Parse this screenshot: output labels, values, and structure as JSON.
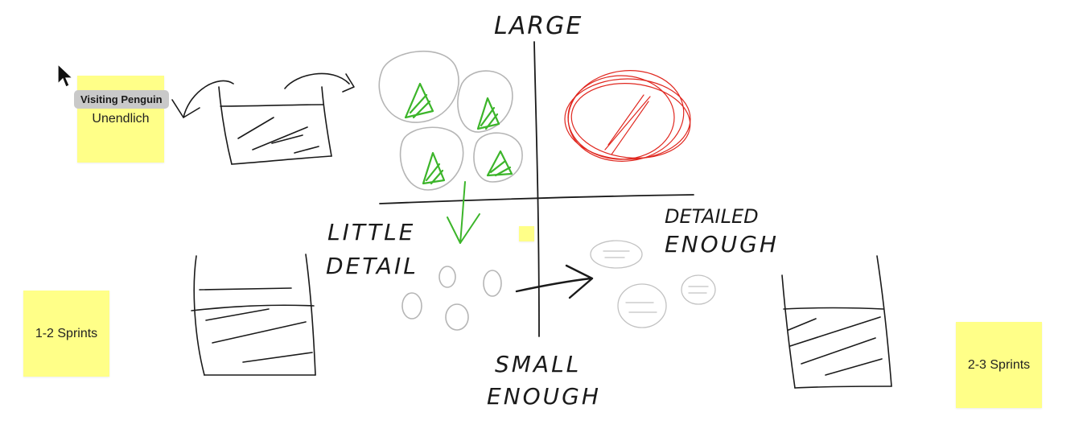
{
  "board": {
    "axis_labels": {
      "top": "LARGE",
      "bottom_line1": "SMALL",
      "bottom_line2": "ENOUGH",
      "left_line1": "LITTLE",
      "left_line2": "DETAIL",
      "right_line1": "DETAILED",
      "right_line2": "ENOUGH"
    },
    "sticky_notes": [
      {
        "id": "unendlich",
        "text": "Unendlich",
        "color": "#ffff88"
      },
      {
        "id": "sprints-1-2",
        "text": "1-2 Sprints",
        "color": "#ffff88"
      },
      {
        "id": "sprints-2-3",
        "text": "2-3 Sprints",
        "color": "#ffff88"
      },
      {
        "id": "small-marker",
        "text": "",
        "color": "#ffff88"
      }
    ],
    "cursor": {
      "user_label": "Visiting Penguin",
      "icon": "mouse-pointer-icon"
    },
    "colors": {
      "ink": "#1a1a1a",
      "green": "#3cb52a",
      "red": "#e0271f",
      "gray": "#b5b5b5",
      "tag_bg": "#c9c9c9"
    }
  }
}
